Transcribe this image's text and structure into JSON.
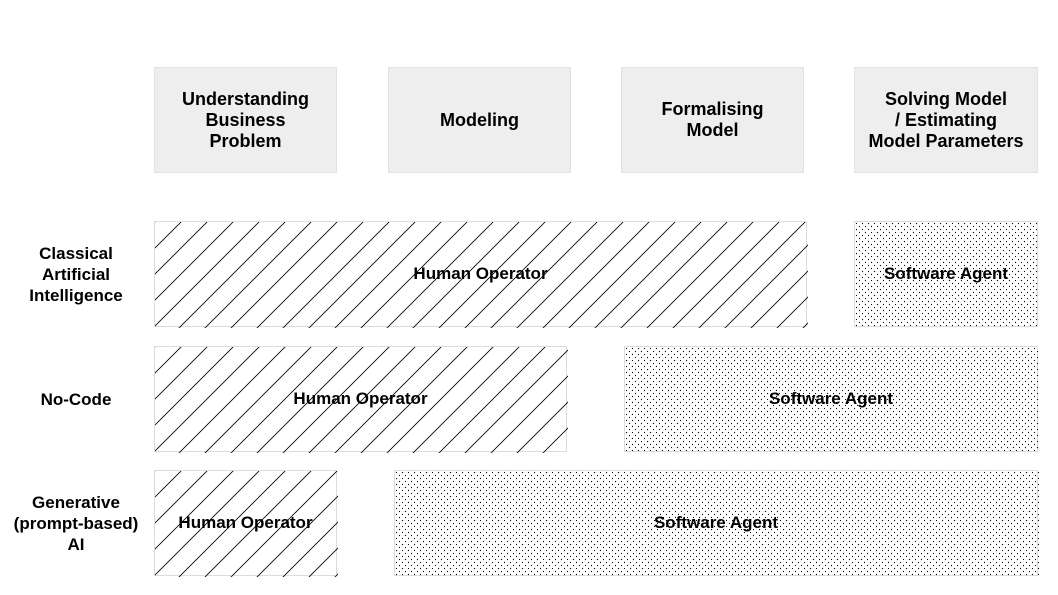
{
  "stages": [
    {
      "lines": [
        "Understanding",
        "Business",
        "Problem"
      ]
    },
    {
      "lines": [
        "Modeling"
      ]
    },
    {
      "lines": [
        "Formalising",
        "Model"
      ]
    },
    {
      "lines": [
        "Solving Model",
        "/ Estimating",
        "Model Parameters"
      ]
    }
  ],
  "rows": [
    {
      "label_lines": [
        "Classical",
        "Artificial",
        "Intelligence"
      ],
      "human_label": "Human Operator",
      "agent_label": "Software Agent"
    },
    {
      "label_lines": [
        "No-Code"
      ],
      "human_label": "Human Operator",
      "agent_label": "Software Agent"
    },
    {
      "label_lines": [
        "Generative",
        "(prompt-based)",
        "AI"
      ],
      "human_label": "Human Operator",
      "agent_label": "Software Agent"
    }
  ],
  "colors": {
    "stage_fill": "#eeeeee",
    "hatch": "#000000",
    "dots": "#000000",
    "border": "#dcdcdc"
  }
}
